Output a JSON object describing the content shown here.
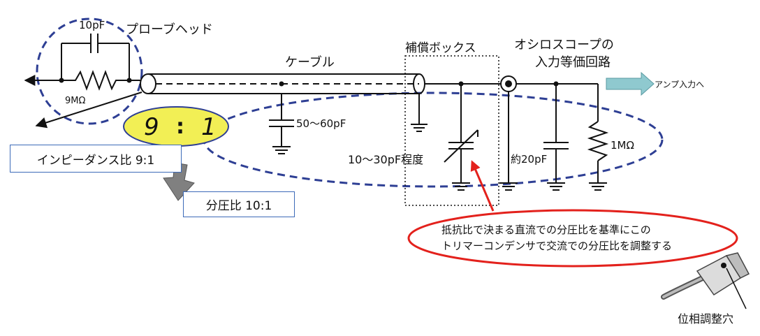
{
  "labels": {
    "probe_head": "プローブヘッド",
    "cap_10pf": "10pF",
    "res_9m": "9MΩ",
    "cable": "ケーブル",
    "comp_box": "補償ボックス",
    "scope_line1": "オシロスコープの",
    "scope_line2": "入力等価回路",
    "amp_input": "アンプ入力へ",
    "cap_cable": "50〜60pF",
    "trimmer": "10〜30pF程度",
    "cap_scope": "約20pF",
    "res_1m": "1MΩ",
    "ratio_9": "9",
    "ratio_colon": ":",
    "ratio_1": "1",
    "phase_hole": "位相調整穴"
  },
  "boxes": {
    "impedance": "インピーダンス比 9:1",
    "divider": "分圧比 10:1"
  },
  "note": {
    "line1": "抵抗比で決まる直流での分圧比を基準にこの",
    "line2": "トリマーコンデンサで交流での分圧比を調整する"
  },
  "colors": {
    "dash_circle": "#2e3f94",
    "ratio_fill": "#f2ef55",
    "red": "#e3211c",
    "arrow_fill": "#8fc9cf",
    "box_border": "#3c6ab8",
    "down_arrow": "#808080"
  }
}
